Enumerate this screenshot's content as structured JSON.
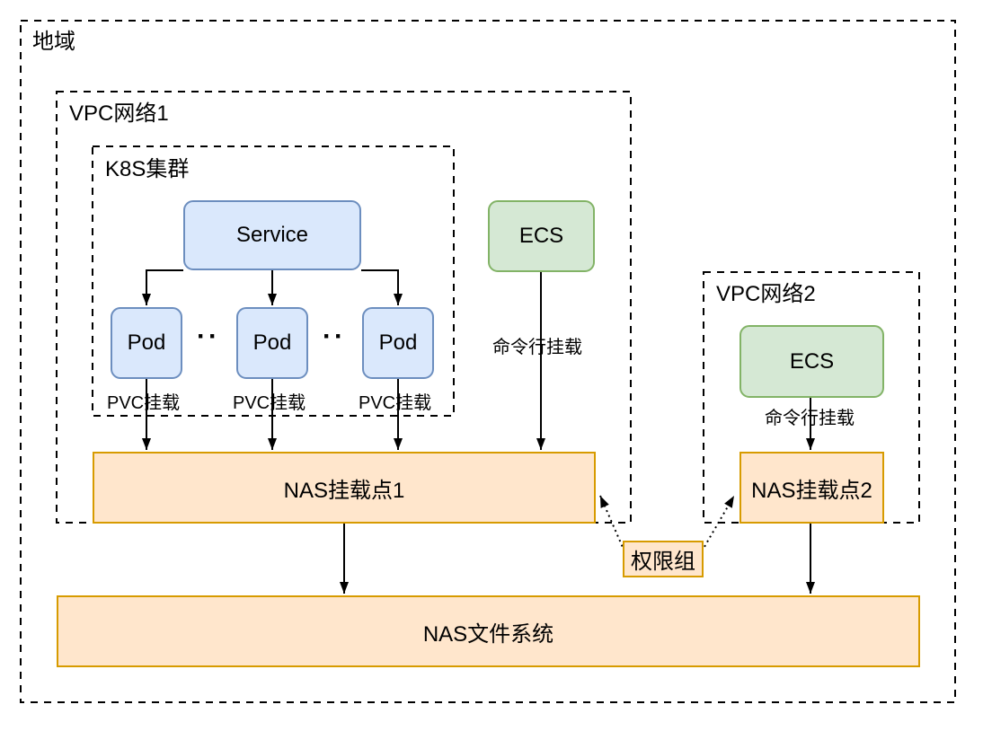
{
  "diagram": {
    "containers": {
      "region": {
        "label": "地域"
      },
      "vpc1": {
        "label": "VPC网络1"
      },
      "k8s": {
        "label": "K8S集群"
      },
      "vpc2": {
        "label": "VPC网络2"
      }
    },
    "nodes": {
      "service": {
        "label": "Service"
      },
      "pod1": {
        "label": "Pod"
      },
      "pod2": {
        "label": "Pod"
      },
      "pod3": {
        "label": "Pod"
      },
      "ecs1": {
        "label": "ECS"
      },
      "ecs2": {
        "label": "ECS"
      },
      "nas_mount1": {
        "label": "NAS挂载点1"
      },
      "nas_mount2": {
        "label": "NAS挂载点2"
      },
      "permission_group": {
        "label": "权限组"
      },
      "nas_filesystem": {
        "label": "NAS文件系统"
      }
    },
    "edge_labels": {
      "pvc_mount1": "PVC挂载",
      "pvc_mount2": "PVC挂载",
      "pvc_mount3": "PVC挂载",
      "cli_mount1": "命令行挂载",
      "cli_mount2": "命令行挂载"
    },
    "ellipsis": {
      "between_pods_1": "··",
      "between_pods_2": "··"
    },
    "colors": {
      "blue_fill": "#dae8fc",
      "blue_stroke": "#6c8ebf",
      "green_fill": "#d5e8d4",
      "green_stroke": "#82b366",
      "orange_fill": "#ffe6cc",
      "orange_stroke": "#d79b00",
      "line": "#000000",
      "background": "#ffffff"
    }
  }
}
